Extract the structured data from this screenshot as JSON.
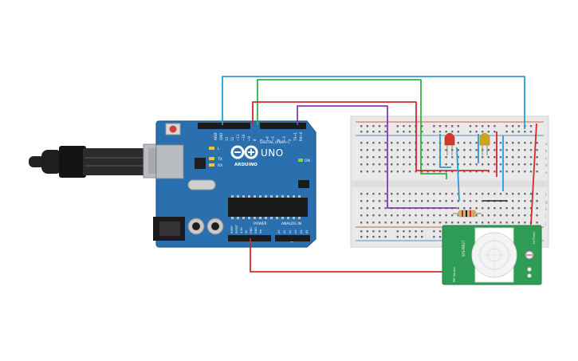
{
  "board": {
    "logo": "UNO",
    "brand": "ARDUINO",
    "label_aref": "AREF",
    "label_gnd": "GND",
    "label_digital": "DIGITAL (PWM~)",
    "label_power": "POWER",
    "label_analog": "ANALOG IN",
    "label_on": "ON",
    "label_l": "L",
    "label_tx": "TX",
    "label_rx": "RX",
    "label_ioref": "IOREF",
    "label_reset": "RESET",
    "label_33v": "3.3V",
    "label_5v": "5V",
    "label_vin": "Vin",
    "label_a0": "A0",
    "label_a1": "A1",
    "label_a2": "A2",
    "label_a3": "A3",
    "label_a4": "A4",
    "label_a5": "A5",
    "digital_pins": [
      "13",
      "12",
      "~11",
      "~10",
      "~9",
      "8",
      "7",
      "~6",
      "~5",
      "4",
      "~3",
      "2",
      "TX→1",
      "RX←0"
    ]
  },
  "breadboard": {
    "row_labels": [
      "a",
      "b",
      "c",
      "d",
      "e",
      "f",
      "g",
      "h",
      "i",
      "j"
    ]
  },
  "sensor": {
    "model": "SYS-PIR27",
    "left_label": "PIR Sensor",
    "right_label": "Hi·Timer"
  },
  "colors": {
    "board": "#2a6fae",
    "board_edge": "#1f5c93",
    "wire_red": "#d32a2a",
    "wire_blue": "#2a9ad6",
    "wire_green": "#2fb24a",
    "wire_purple": "#7b3fa6",
    "led_red": "#d8372c",
    "led_yellow": "#c9a81f",
    "sensor": "#2e9c55"
  }
}
